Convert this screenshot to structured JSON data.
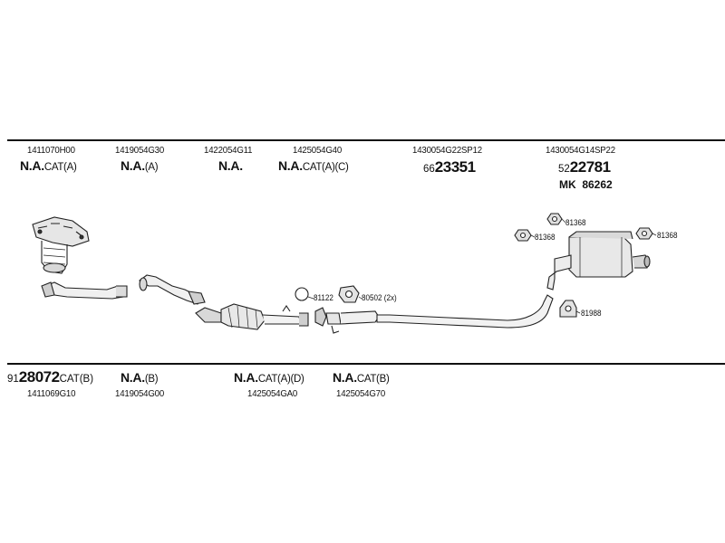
{
  "top_row": [
    {
      "part": "1411070H00",
      "code": "N.A.",
      "suffix": "CAT(A)"
    },
    {
      "part": "1419054G30",
      "code": "N.A.",
      "suffix": "(A)"
    },
    {
      "part": "1422054G11",
      "code": "N.A.",
      "suffix": ""
    },
    {
      "part": "1425054G40",
      "code": "N.A.",
      "suffix": "CAT(A)(C)"
    },
    {
      "part": "1430054G22SP12",
      "prefix": "66",
      "number": "23351"
    },
    {
      "part": "1430054G14SP22",
      "prefix": "52",
      "number": "22781",
      "extra": "MK  86262"
    }
  ],
  "bottom_row": [
    {
      "prefix": "91",
      "number": "28072",
      "suffix": "CAT(B)",
      "part": "1411069G10"
    },
    {
      "code": "N.A.",
      "suffix": "(B)",
      "part": "1419054G00"
    },
    {
      "code": "N.A.",
      "suffix": "CAT(A)(D)",
      "part": "1425054GA0"
    },
    {
      "code": "N.A.",
      "suffix": "CAT(B)",
      "part": "1425054G70"
    }
  ],
  "callouts": {
    "c81122": "81122",
    "c80502": "80502 (2x)",
    "c81368_a": "81368",
    "c81368_b": "81368",
    "c81368_c": "81368",
    "c81988": "81988"
  }
}
